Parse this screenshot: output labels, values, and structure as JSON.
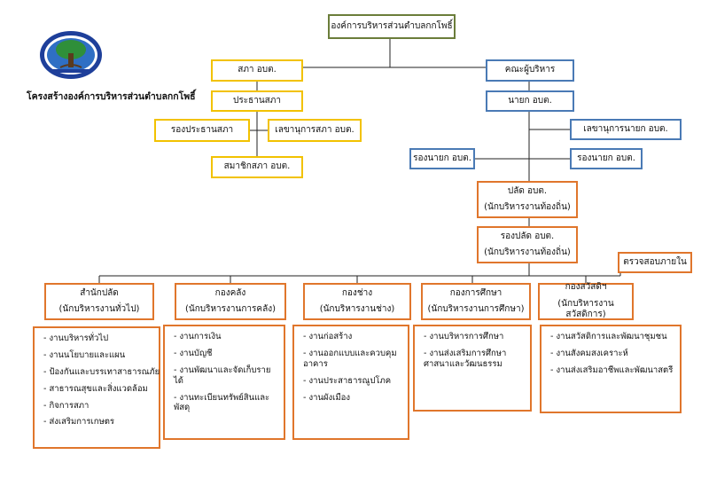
{
  "title": "โครงสร้างองค์การบริหารส่วนตำบลกกโพธิ์",
  "top": "องค์การบริหารส่วนตำบลกกโพธิ์",
  "council": {
    "head": "สภา อบต.",
    "chair": "ประธานสภา",
    "vice_chair": "รองประธานสภา",
    "secretary": "เลขานุการสภา อบต.",
    "members": "สมาชิกสภา อบต."
  },
  "executive": {
    "head": "คณะผู้บริหาร",
    "mayor": "นายก อบต.",
    "mayor_secretary": "เลขานุการนายก อบต.",
    "deputy_left": "รองนายก อบต.",
    "deputy_right": "รองนายก อบต."
  },
  "clerk": {
    "title": "ปลัด อบต.",
    "subtitle": "(นักบริหารงานท้องถิ่น)"
  },
  "deputy_clerk": {
    "title": "รองปลัด อบต.",
    "subtitle": "(นักบริหารงานท้องถิ่น)"
  },
  "audit": "ตรวจสอบภายใน",
  "departments": [
    {
      "name": "สำนักปลัด",
      "sub": "(นักบริหารงานทั่วไป)",
      "items": [
        "- งานบริหารทั่วไป",
        "- งานนโยบายและแผน",
        "- ป้องกันและบรรเทาสาธารณภัย",
        "- สาธารณสุขและสิ่งแวดล้อม",
        "- กิจการสภา",
        "- ส่งเสริมการเกษตร"
      ]
    },
    {
      "name": "กองคลัง",
      "sub": "(นักบริหารงานการคลัง)",
      "items": [
        "- งานการเงิน",
        "- งานบัญชี",
        "- งานพัฒนาและจัดเก็บรายได้",
        "- งานทะเบียนทรัพย์สินและพัสดุ"
      ]
    },
    {
      "name": "กองช่าง",
      "sub": "(นักบริหารงานช่าง)",
      "items": [
        "- งานก่อสร้าง",
        "- งานออกแบบและควบคุมอาคาร",
        "- งานประสาธารณูปโภค",
        "- งานผังเมือง"
      ]
    },
    {
      "name": "กองการศึกษา",
      "sub": "(นักบริหารงานการศึกษา)",
      "items": [
        "- งานบริหารการศึกษา",
        "- งานส่งเสริมการศึกษา ศาสนาและวัฒนธรรม"
      ]
    },
    {
      "name": "กองสวัสดิฯ",
      "sub": "(นักบริหารงานสวัสดิการ)",
      "items": [
        "- งานสวัสดิการและพัฒนาชุมชน",
        "- งานสังคมสงเคราะห์",
        "- งานส่งเสริมอาชีพและพัฒนาสตรี"
      ]
    }
  ],
  "logo": {
    "icon": "tree-seal-icon",
    "colors": [
      "#1e3f9a",
      "#2f8f3a",
      "#ffffff"
    ]
  }
}
